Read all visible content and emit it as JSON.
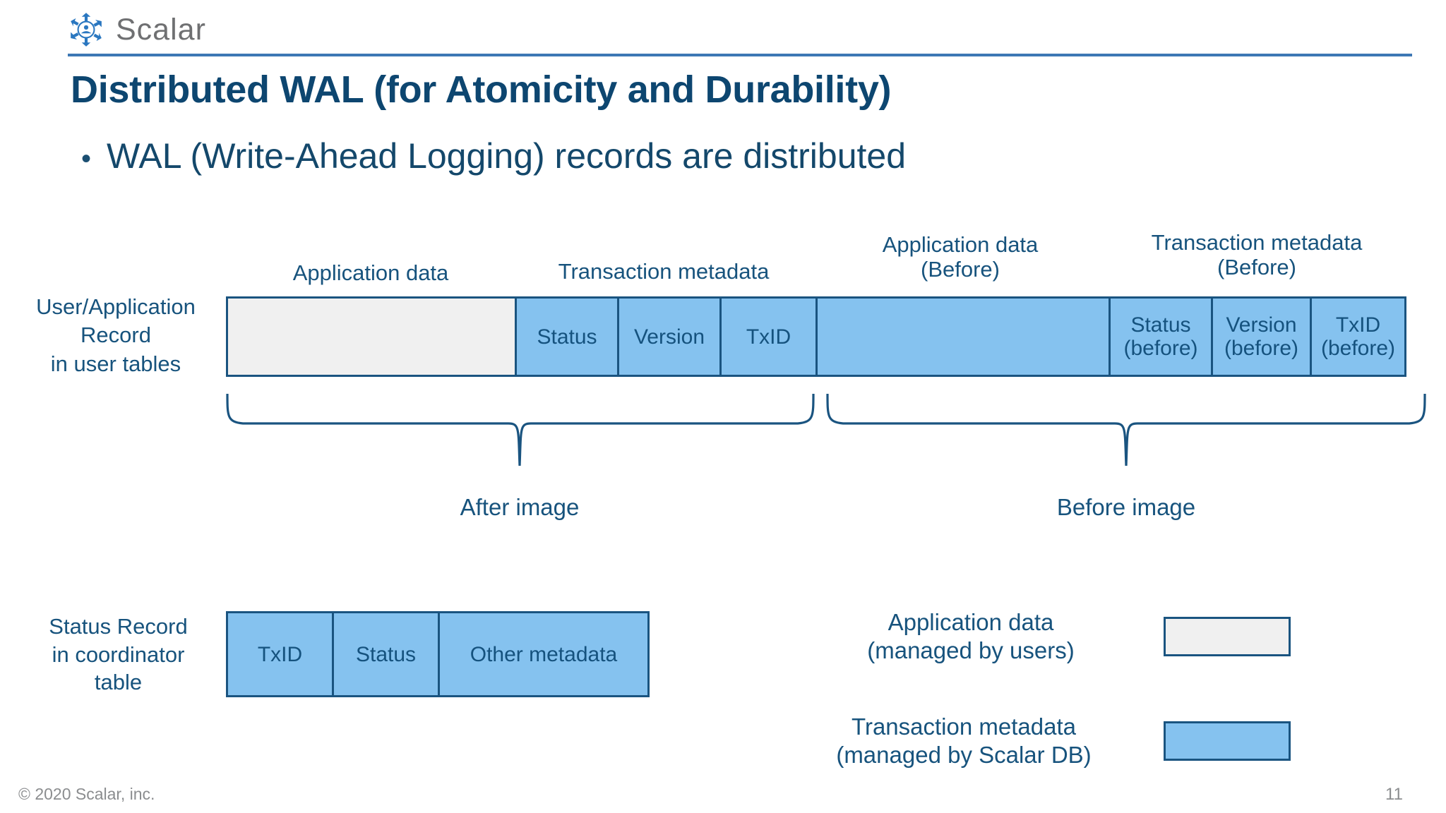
{
  "header": {
    "brand": "Scalar",
    "logo_icon": "scalar-hexagon-logo-icon",
    "rule_color": "#3d78b5"
  },
  "title": "Distributed WAL (for Atomicity and Durability)",
  "bullets": [
    {
      "marker": "•",
      "text": "WAL (Write-Ahead Logging) records are distributed"
    }
  ],
  "diagram": {
    "record": {
      "left_caption_lines": [
        "User/Application",
        "Record",
        "in user tables"
      ],
      "top_labels": [
        {
          "text": "Application data",
          "lines": [
            "Application data"
          ]
        },
        {
          "text": "Transaction metadata",
          "lines": [
            "Transaction metadata"
          ]
        },
        {
          "text": "Application data (Before)",
          "lines": [
            "Application data",
            "(Before)"
          ]
        },
        {
          "text": "Transaction metadata (Before)",
          "lines": [
            "Transaction metadata",
            "(Before)"
          ]
        }
      ],
      "cells": [
        {
          "label": "",
          "kind": "application-data",
          "color": "#f0f0f0"
        },
        {
          "label": "Status",
          "kind": "transaction-metadata",
          "color": "#85c2ef"
        },
        {
          "label": "Version",
          "kind": "transaction-metadata",
          "color": "#85c2ef"
        },
        {
          "label": "TxID",
          "kind": "transaction-metadata",
          "color": "#85c2ef"
        },
        {
          "label": "",
          "kind": "application-data-before",
          "color": "#85c2ef"
        },
        {
          "label": "Status\n(before)",
          "line1": "Status",
          "line2": "(before)",
          "kind": "transaction-metadata-before",
          "color": "#85c2ef"
        },
        {
          "label": "Version\n(before)",
          "line1": "Version",
          "line2": "(before)",
          "kind": "transaction-metadata-before",
          "color": "#85c2ef"
        },
        {
          "label": "TxID\n(before)",
          "line1": "TxID",
          "line2": "(before)",
          "kind": "transaction-metadata-before",
          "color": "#85c2ef"
        }
      ]
    },
    "braces": [
      {
        "label": "After image",
        "name": "after-image"
      },
      {
        "label": "Before image",
        "name": "before-image"
      }
    ],
    "status_record": {
      "left_caption_lines": [
        "Status Record",
        "in coordinator",
        "table"
      ],
      "cells": [
        {
          "label": "TxID",
          "color": "#85c2ef"
        },
        {
          "label": "Status",
          "color": "#85c2ef"
        },
        {
          "label": "Other metadata",
          "color": "#85c2ef"
        }
      ]
    },
    "legend": [
      {
        "line1": "Application data",
        "line2": "(managed by users)",
        "swatch_color": "#f0f0f0",
        "name": "legend-application-data"
      },
      {
        "line1": "Transaction metadata",
        "line2": "(managed by Scalar DB)",
        "swatch_color": "#85c2ef",
        "name": "legend-transaction-metadata"
      }
    ]
  },
  "footer": {
    "copyright": "© 2020 Scalar, inc.",
    "page_number": "11"
  },
  "colors": {
    "title": "#0d4670",
    "body_text": "#17537d",
    "accent_rule": "#3d78b5",
    "cell_border": "#1a5480",
    "metadata_fill": "#85c2ef",
    "application_fill": "#f0f0f0",
    "footer_text": "#8b8d8f"
  }
}
